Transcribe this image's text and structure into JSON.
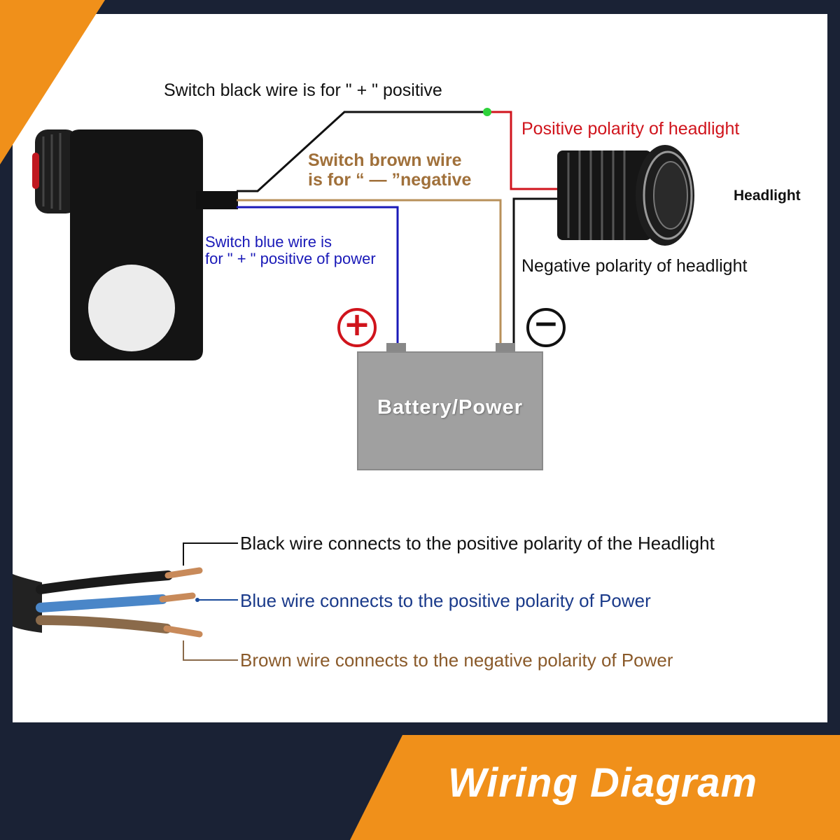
{
  "title": "Wiring Diagram",
  "labels": {
    "switch_black": "Switch black wire is for \" + \" positive",
    "switch_brown_line1": "Switch brown wire",
    "switch_brown_line2": "is for “ — ”negative",
    "switch_blue_line1": "Switch blue wire is",
    "switch_blue_line2": "for \" + \" positive of power",
    "headlight_positive": "Positive polarity of headlight",
    "headlight_negative": "Negative polarity of headlight",
    "headlight": "Headlight",
    "battery": "Battery/Power",
    "plus_symbol": "+",
    "minus_symbol": "−"
  },
  "legend": {
    "black": "Black wire connects to the positive polarity of the Headlight",
    "blue": "Blue wire connects to the positive polarity of Power",
    "brown": "Brown wire connects to the negative polarity of Power"
  },
  "colors": {
    "black_wire": "#111111",
    "brown_wire": "#b8905a",
    "blue_wire": "#1a1ab8",
    "red_wire": "#d0141c",
    "accent_orange": "#f0901a",
    "frame_navy": "#1a2235",
    "battery_grey": "#a0a0a0"
  }
}
